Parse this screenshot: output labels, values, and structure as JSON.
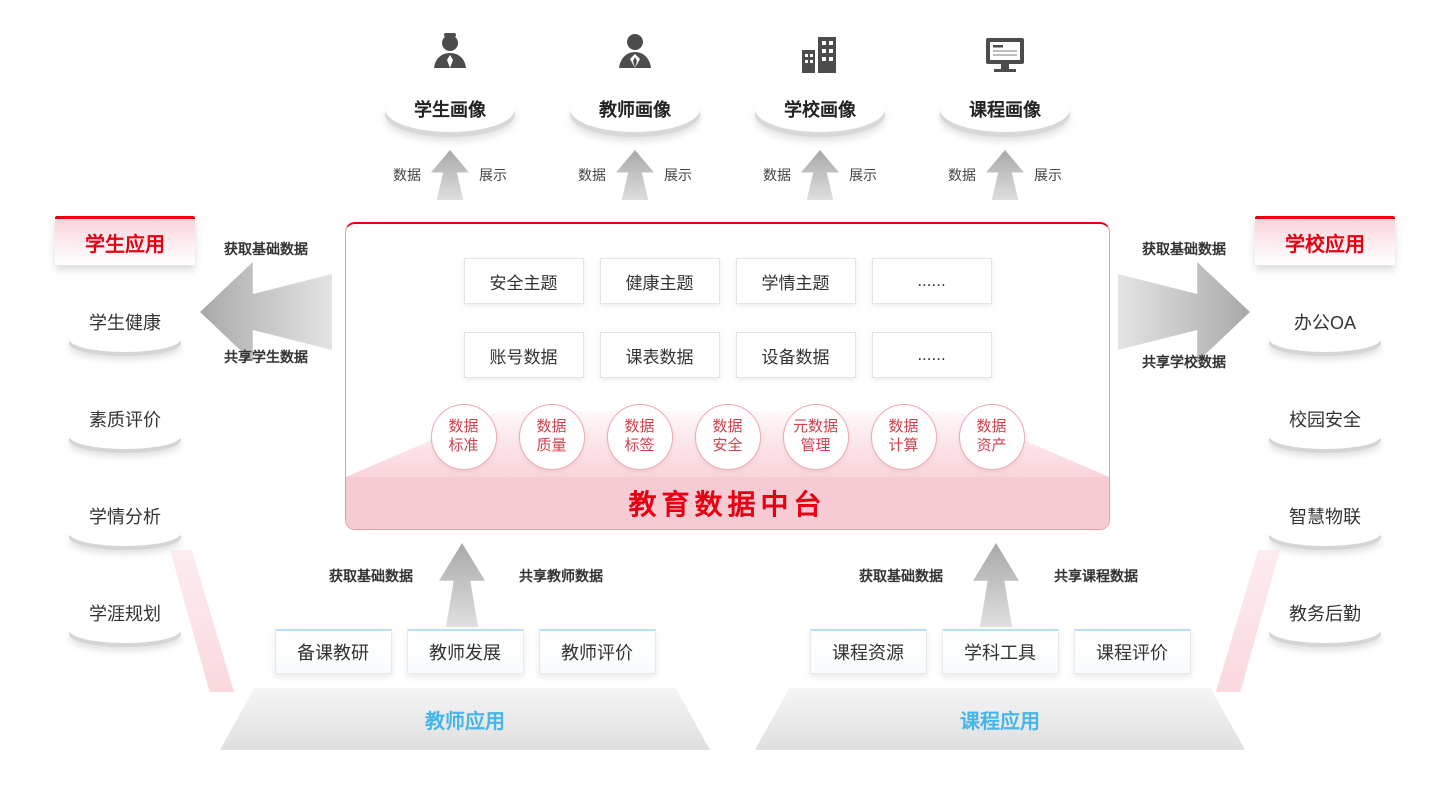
{
  "palette": {
    "accent_red": "#e60012",
    "banner_pink": "#f7cbd3",
    "platform_blue": "#45b6e8",
    "arrow_gray": "#a9a9a9"
  },
  "top_portraits": [
    {
      "label": "学生画像",
      "icon": "student-icon",
      "arrow_left": "数据",
      "arrow_right": "展示"
    },
    {
      "label": "教师画像",
      "icon": "teacher-icon",
      "arrow_left": "数据",
      "arrow_right": "展示"
    },
    {
      "label": "学校画像",
      "icon": "school-icon",
      "arrow_left": "数据",
      "arrow_right": "展示"
    },
    {
      "label": "课程画像",
      "icon": "course-icon",
      "arrow_left": "数据",
      "arrow_right": "展示"
    }
  ],
  "center": {
    "title": "教育数据中台",
    "theme_boxes": [
      "安全主题",
      "健康主题",
      "学情主题",
      "......"
    ],
    "data_boxes": [
      "账号数据",
      "课表数据",
      "设备数据",
      "......"
    ],
    "capabilities": [
      "数据\n标准",
      "数据\n质量",
      "数据\n标签",
      "数据\n安全",
      "元数据\n管理",
      "数据\n计算",
      "数据\n资产"
    ]
  },
  "left_panel": {
    "title": "学生应用",
    "items": [
      "学生健康",
      "素质评价",
      "学情分析",
      "学涯规划"
    ],
    "flow_top": "获取基础数据",
    "flow_bottom": "共享学生数据"
  },
  "right_panel": {
    "title": "学校应用",
    "items": [
      "办公OA",
      "校园安全",
      "智慧物联",
      "教务后勤"
    ],
    "flow_top": "获取基础数据",
    "flow_bottom": "共享学校数据"
  },
  "platforms": [
    {
      "title": "教师应用",
      "items": [
        "备课教研",
        "教师发展",
        "教师评价"
      ],
      "flow_left": "获取基础数据",
      "flow_right": "共享教师数据"
    },
    {
      "title": "课程应用",
      "items": [
        "课程资源",
        "学科工具",
        "课程评价"
      ],
      "flow_left": "获取基础数据",
      "flow_right": "共享课程数据"
    }
  ]
}
